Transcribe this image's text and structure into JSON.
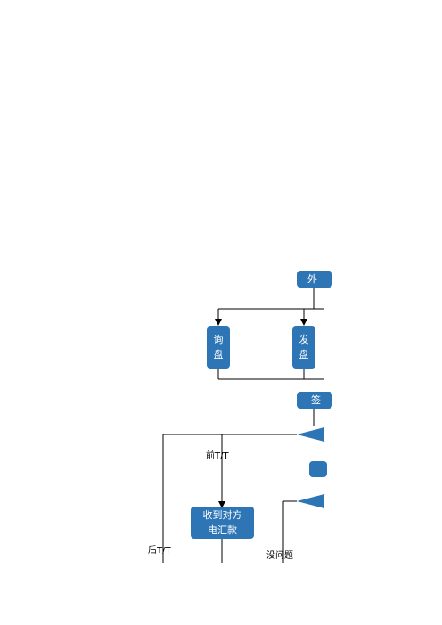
{
  "diagram": {
    "colors": {
      "node_fill": "#2e75b6",
      "node_text": "#ffffff",
      "line": "#000000"
    },
    "nodes": {
      "external": "外",
      "inquiry": "询\n盘",
      "offer": "发\n盘",
      "sign": "签",
      "receive_notice": "收到对方\n电汇款",
      "partial_box": ""
    },
    "labels": {
      "prepay_tt": "前T/T",
      "postpay_tt": "后T/T",
      "no_problem": "没问题"
    }
  }
}
